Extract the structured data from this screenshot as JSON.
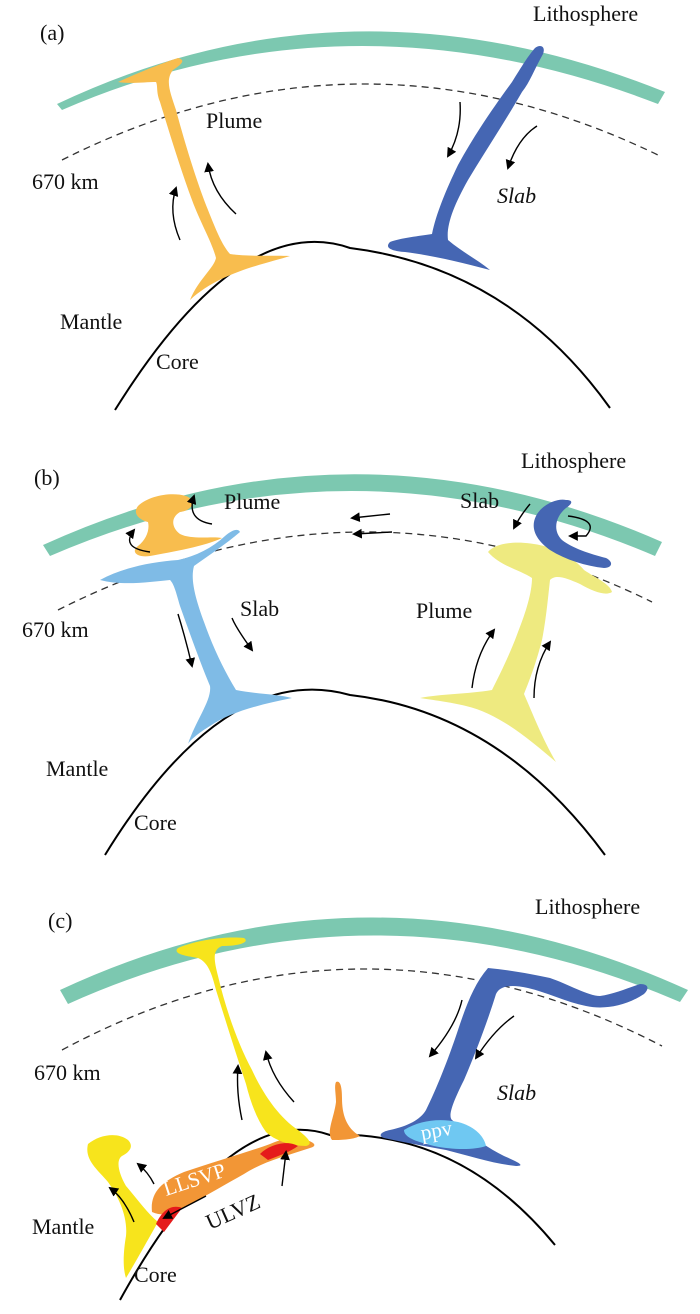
{
  "panels": [
    {
      "tag": "(a)",
      "labels": {
        "lithosphere": "Lithosphere",
        "plume": "Plume",
        "slab": "Slab",
        "depth": "670 km",
        "mantle": "Mantle",
        "core": "Core"
      }
    },
    {
      "tag": "(b)",
      "labels": {
        "lithosphere": "Lithosphere",
        "plume_top": "Plume",
        "slab_top": "Slab",
        "slab": "Slab",
        "plume": "Plume",
        "depth": "670 km",
        "mantle": "Mantle",
        "core": "Core"
      }
    },
    {
      "tag": "(c)",
      "labels": {
        "lithosphere": "Lithosphere",
        "depth": "670 km",
        "slab": "Slab",
        "llsvp": "LLSVP",
        "ppv": "ppv",
        "ulvz": "ULVZ",
        "mantle": "Mantle",
        "core": "Core"
      }
    }
  ],
  "colors": {
    "lithosphere": "#7cc8b0",
    "plume_orange": "#f8bd4e",
    "slab_dark_blue": "#4566b3",
    "slab_light_blue": "#7fbbe6",
    "plume_pale_yellow": "#eeea80",
    "plume_yellow": "#f7e41c",
    "llsvp": "#f29636",
    "ulvz": "#e51b1b",
    "ppv": "#6fc8f2"
  }
}
